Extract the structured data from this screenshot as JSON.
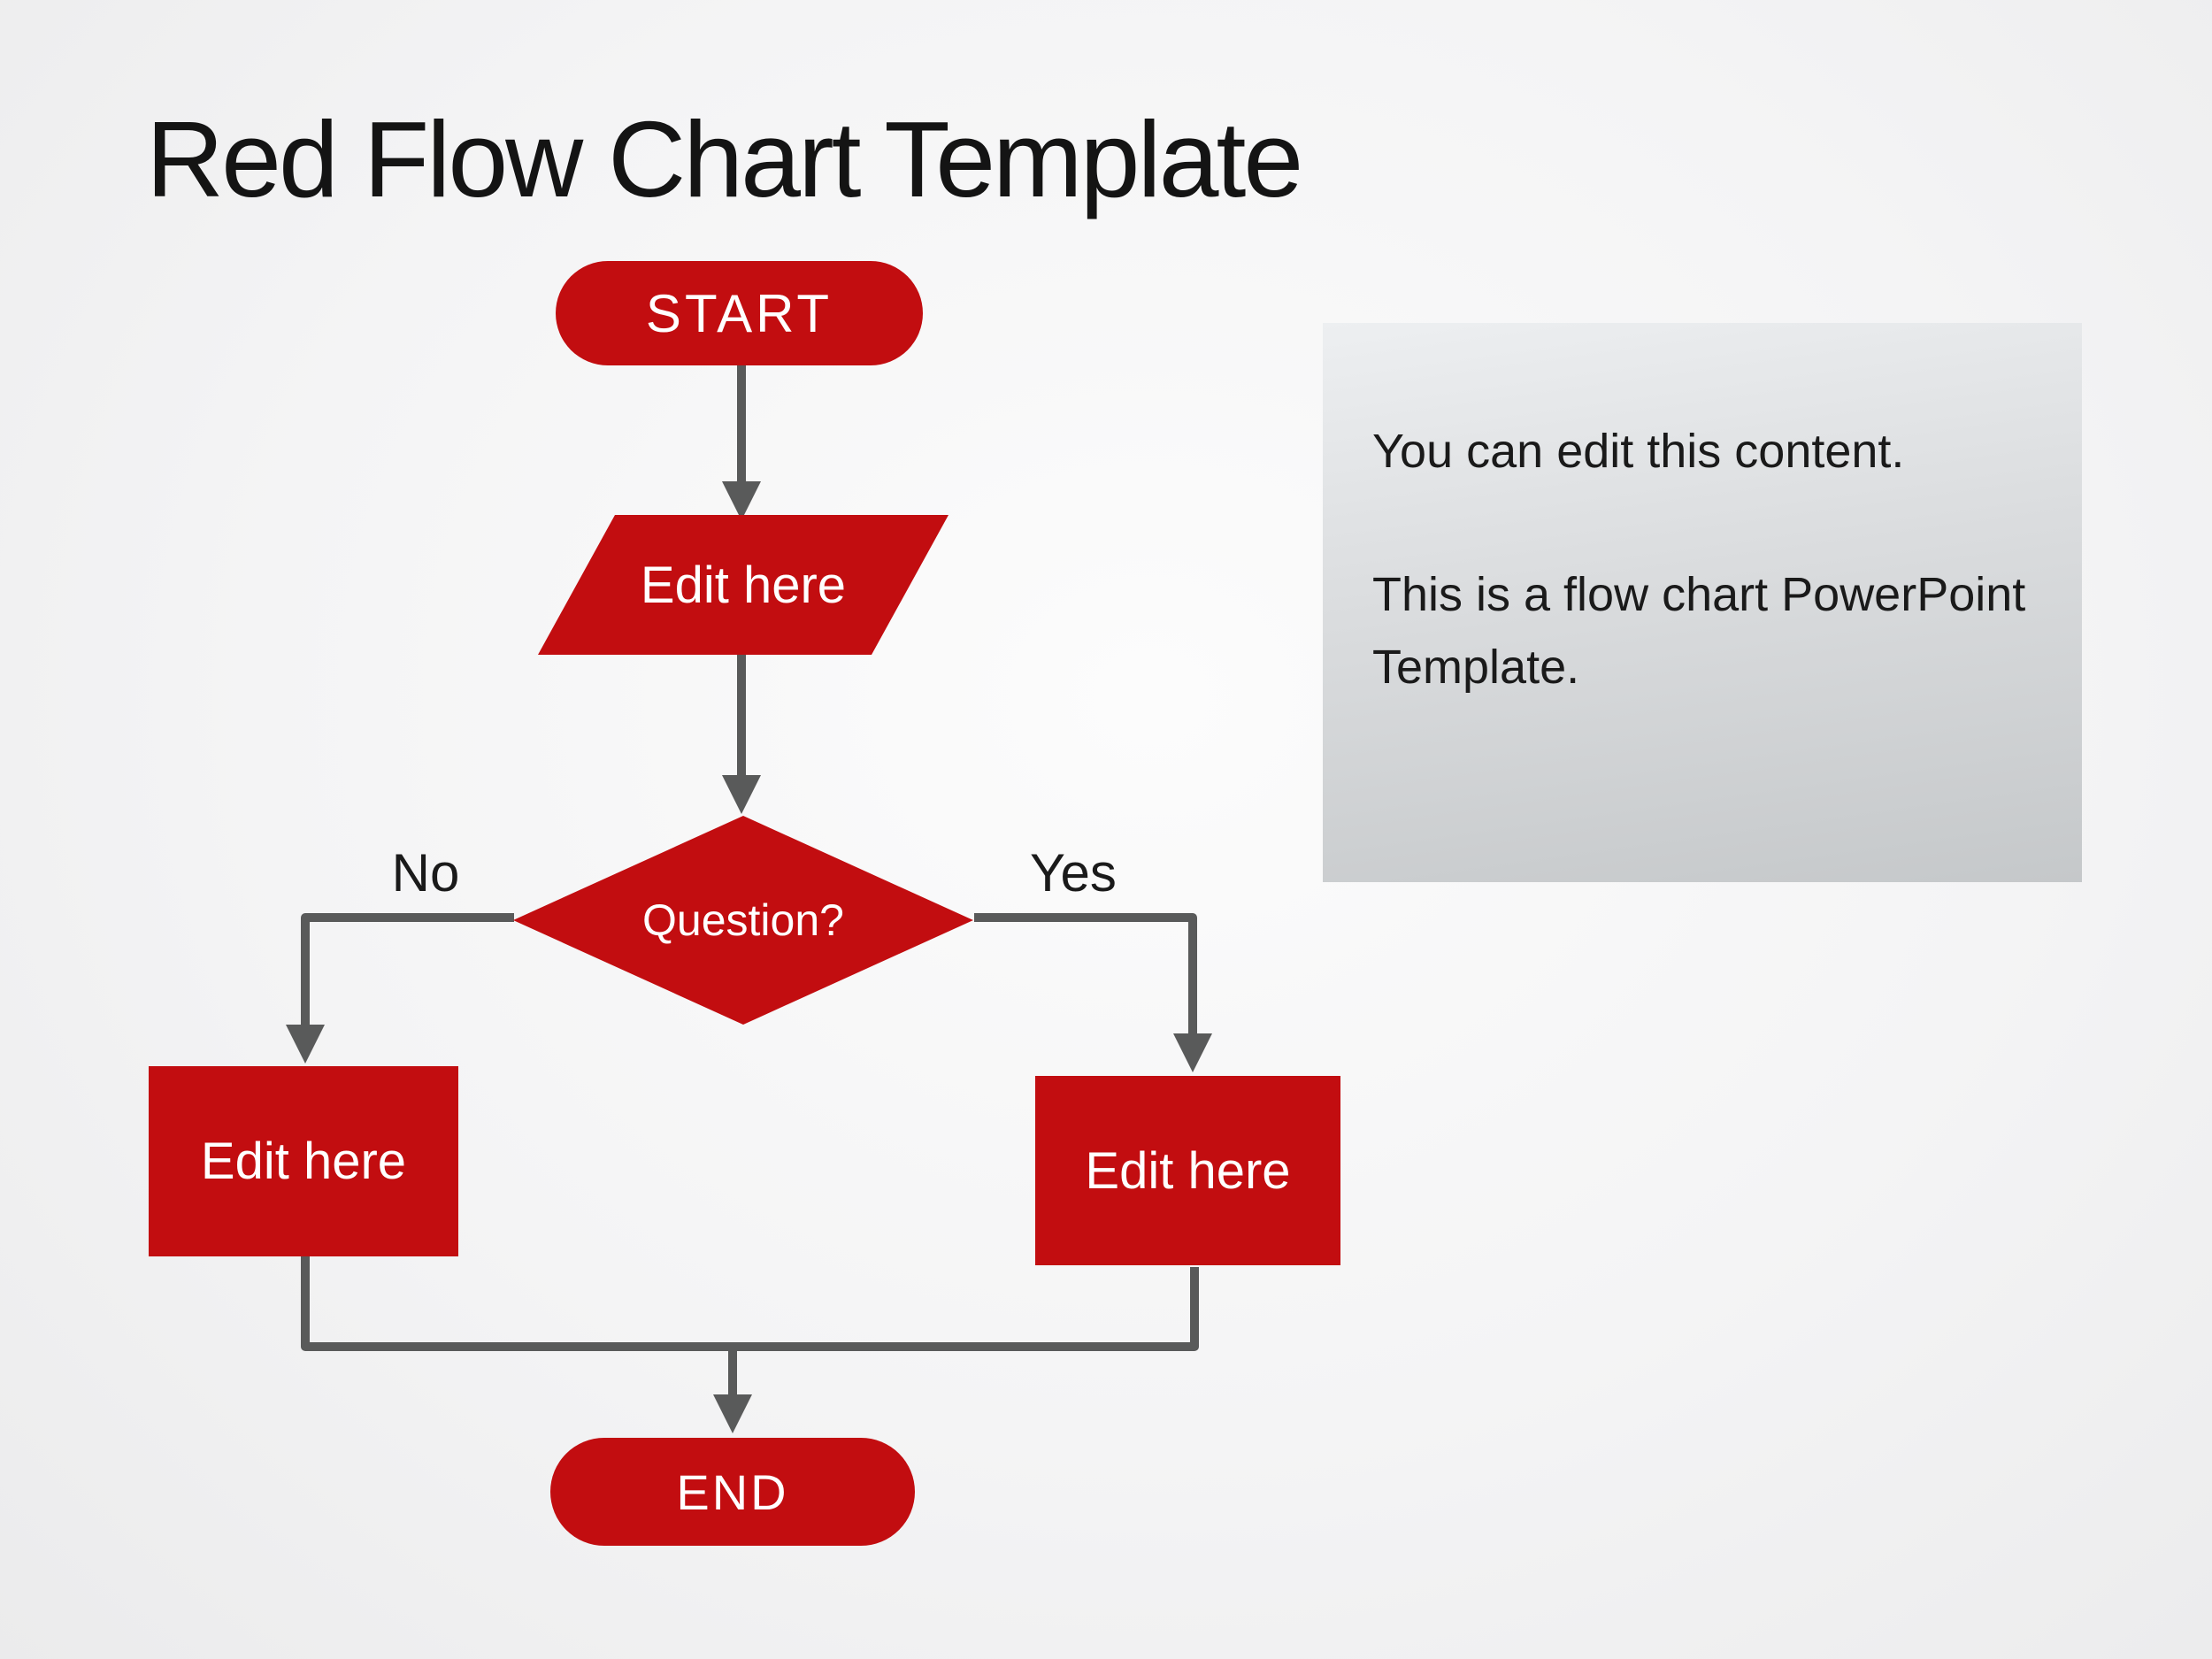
{
  "slide": {
    "title": "Red Flow Chart Template"
  },
  "colors": {
    "shape_red": "#c20d10",
    "connector_gray": "#595a5a",
    "branch_label_color": "#1a1a1a",
    "shape_text_color": "#ffffff",
    "panel_gradient_top": "#edeff1",
    "panel_gradient_bottom": "#c5c8ca",
    "background": "#f2f2f3"
  },
  "flowchart": {
    "nodes": [
      {
        "id": "start",
        "type": "terminator",
        "label": "START"
      },
      {
        "id": "input",
        "type": "parallelogram",
        "label": "Edit here"
      },
      {
        "id": "decision",
        "type": "diamond",
        "label": "Question?"
      },
      {
        "id": "no_box",
        "type": "process",
        "label": "Edit here"
      },
      {
        "id": "yes_box",
        "type": "process",
        "label": "Edit here"
      },
      {
        "id": "end",
        "type": "terminator",
        "label": "END"
      }
    ],
    "branch_labels": {
      "no": "No",
      "yes": "Yes"
    }
  },
  "note_panel": {
    "paragraph1": "You can edit this content.",
    "paragraph2": "This is a flow chart PowerPoint Template."
  }
}
